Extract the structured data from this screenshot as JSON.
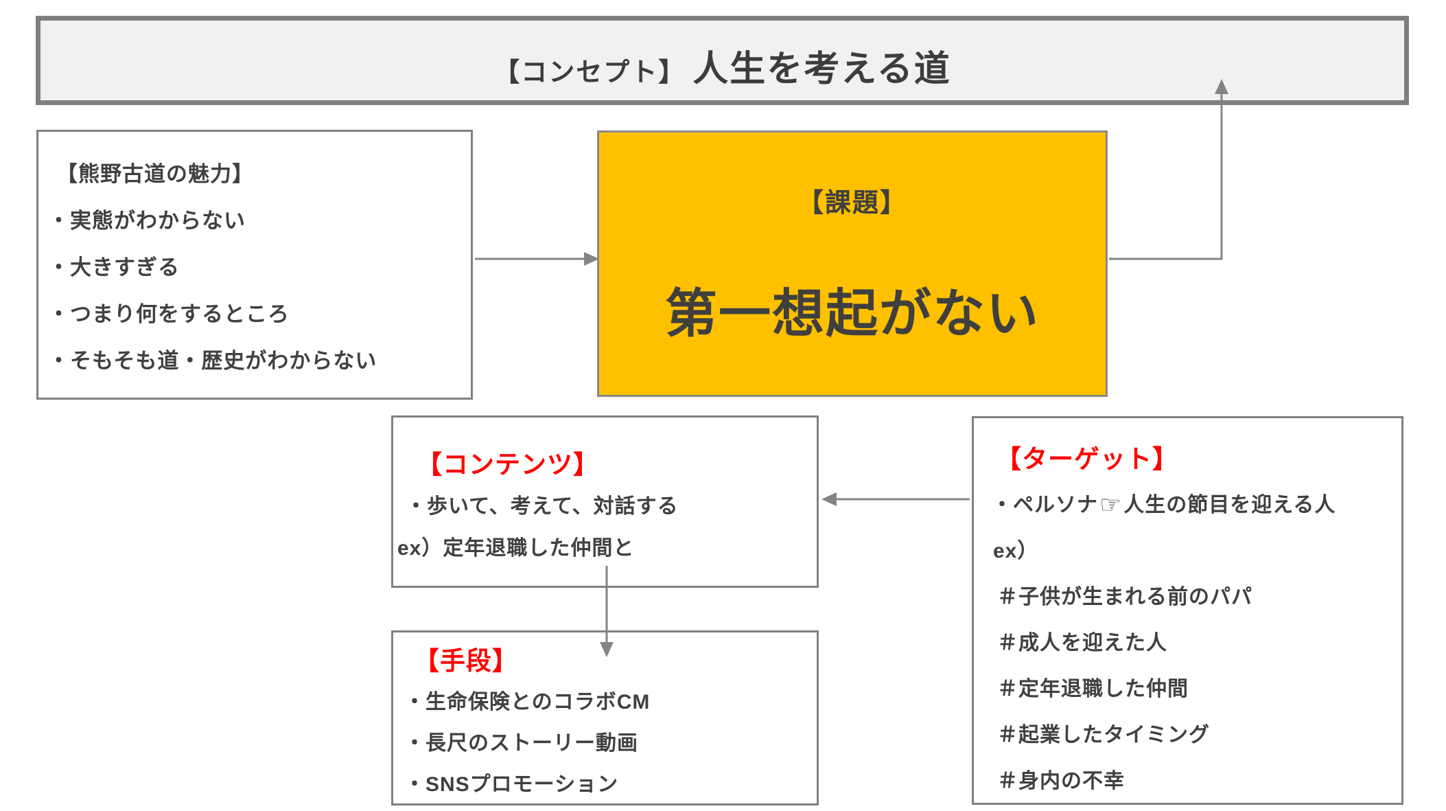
{
  "colors": {
    "accent_orange": "#FFC000",
    "heading_red": "#FF0000",
    "text_dark": "#404040",
    "border_gray": "#808080",
    "banner_fill": "#F1F1F2"
  },
  "concept_banner": {
    "bracket_label": "【コンセプト】",
    "title": "人生を考える道"
  },
  "appeal_box": {
    "heading": "【熊野古道の魅力】",
    "items": [
      "・実態がわからない",
      "・大きすぎる",
      "・つまり何をするところ",
      "・そもそも道・歴史がわからない"
    ]
  },
  "issue_box": {
    "label": "【課題】",
    "title": "第一想起がない"
  },
  "contents_box": {
    "heading": "【コンテンツ】",
    "items": [
      "・歩いて、考えて、対話する",
      "ex）定年退職した仲間と"
    ]
  },
  "means_box": {
    "heading": "【手段】",
    "items": [
      "・生命保険とのコラボCM",
      "・長尺のストーリー動画",
      "・SNSプロモーション"
    ]
  },
  "target_box": {
    "heading": "【ターゲット】",
    "persona_prefix": "・ペルソナ",
    "hand_icon": "☞",
    "persona_suffix": "人生の節目を迎える人",
    "items": [
      "ex）",
      "＃子供が生まれる前のパパ",
      "＃成人を迎えた人",
      "＃定年退職した仲間",
      "＃起業したタイミング",
      "＃身内の不幸"
    ]
  }
}
